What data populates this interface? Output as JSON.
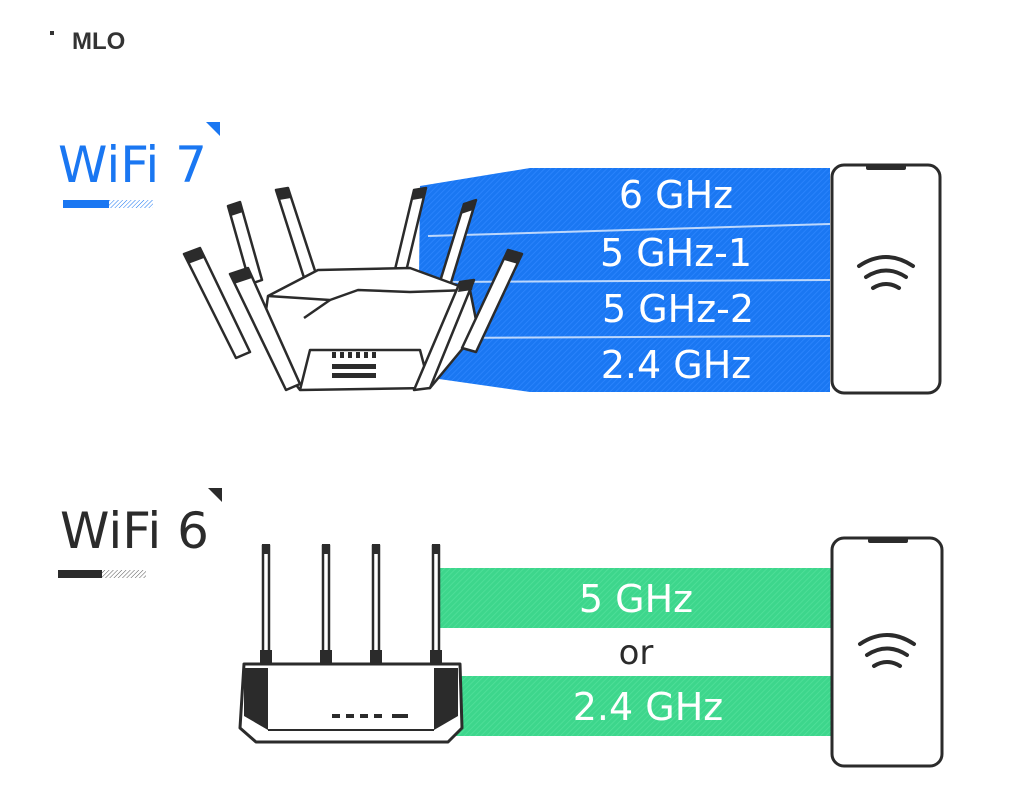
{
  "heading": "MLO",
  "wifi7": {
    "logo_text": "WiFi 7",
    "accent_color": "#1a77f2",
    "bands": [
      "6 GHz",
      "5 GHz-1",
      "5 GHz-2",
      "2.4 GHz"
    ],
    "device_icon": "wifi-signal-icon"
  },
  "wifi6": {
    "logo_text": "WiFi 6",
    "accent_color": "#3dd68c",
    "bands": [
      "5 GHz",
      "2.4 GHz"
    ],
    "separator": "or",
    "device_icon": "wifi-signal-icon"
  }
}
